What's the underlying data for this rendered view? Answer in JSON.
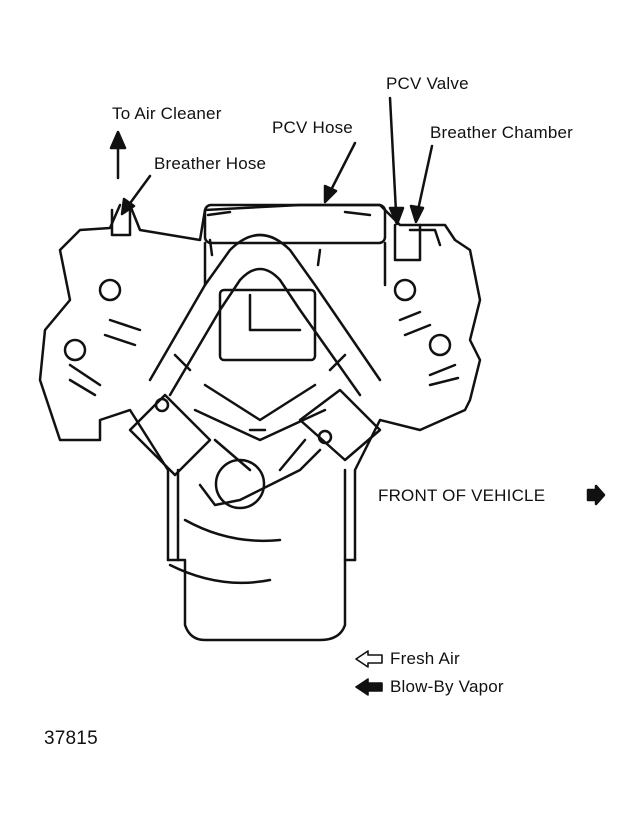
{
  "labels": {
    "to_air_cleaner": "To Air Cleaner",
    "breather_hose": "Breather Hose",
    "pcv_hose": "PCV Hose",
    "pcv_valve": "PCV Valve",
    "breather_chamber": "Breather Chamber",
    "front_of_vehicle": "FRONT OF VEHICLE"
  },
  "legend": {
    "fresh_air": "Fresh Air",
    "blow_by_vapor": "Blow-By Vapor"
  },
  "figure_number": "37815",
  "colors": {
    "ink": "#111111",
    "paper": "#ffffff"
  }
}
